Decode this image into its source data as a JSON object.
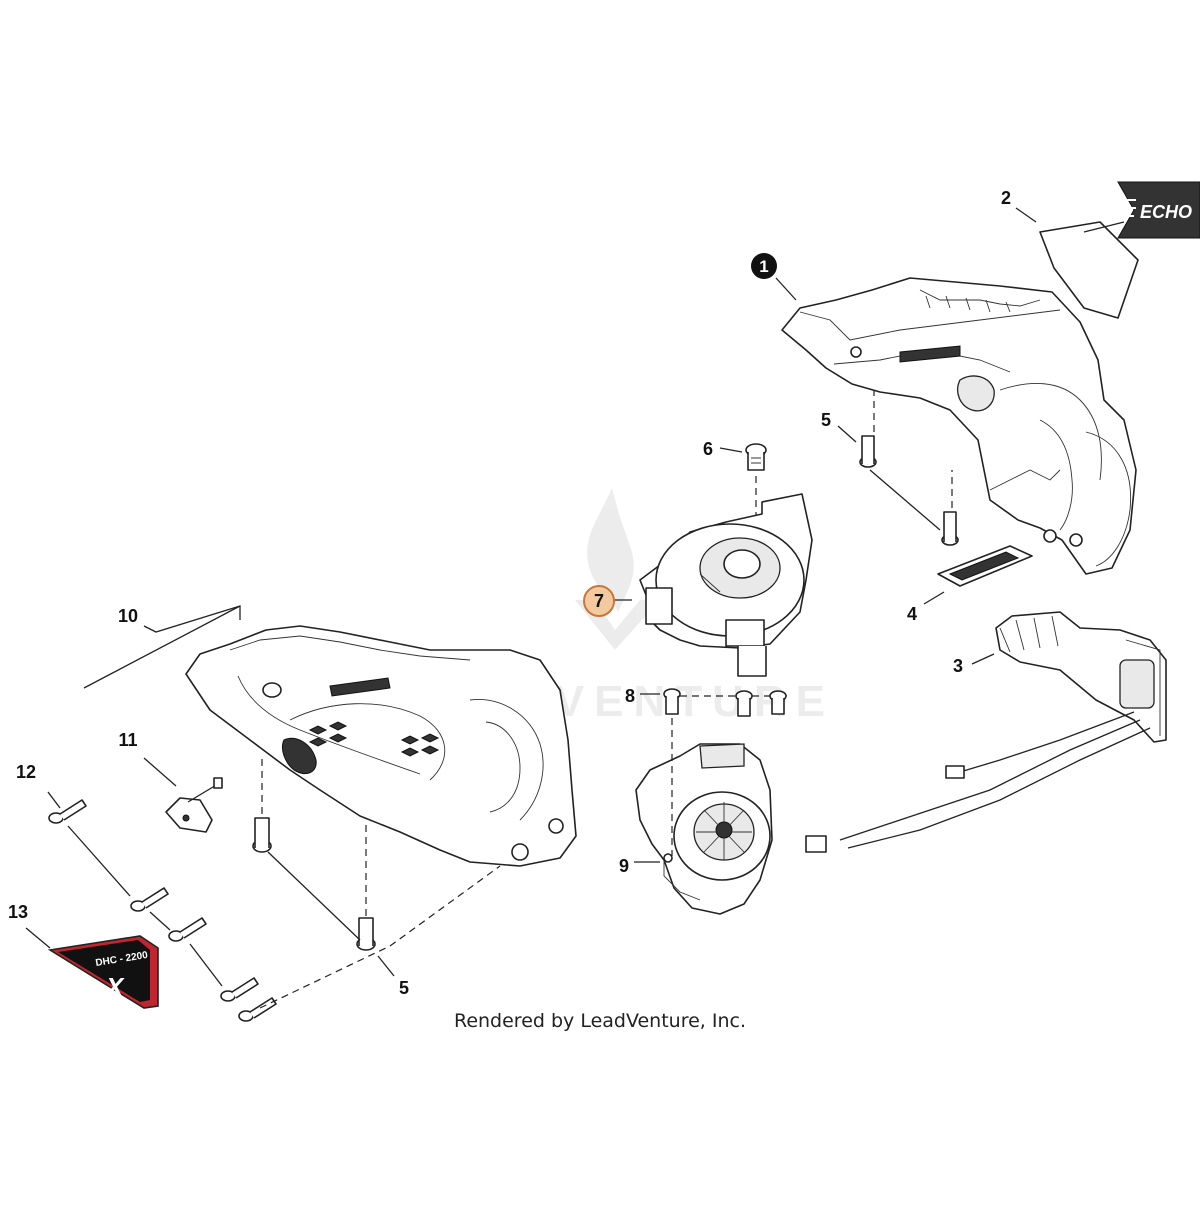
{
  "diagram": {
    "callouts": [
      {
        "id": "c1",
        "label": "1",
        "style": "filled"
      },
      {
        "id": "c2",
        "label": "2",
        "style": "plain"
      },
      {
        "id": "c3",
        "label": "3",
        "style": "plain"
      },
      {
        "id": "c4",
        "label": "4",
        "style": "plain"
      },
      {
        "id": "c5a",
        "label": "5",
        "style": "plain"
      },
      {
        "id": "c5b",
        "label": "5",
        "style": "plain"
      },
      {
        "id": "c6",
        "label": "6",
        "style": "plain"
      },
      {
        "id": "c7",
        "label": "7",
        "style": "highlighted"
      },
      {
        "id": "c8",
        "label": "8",
        "style": "plain"
      },
      {
        "id": "c9",
        "label": "9",
        "style": "plain"
      },
      {
        "id": "c10",
        "label": "10",
        "style": "plain"
      },
      {
        "id": "c11",
        "label": "11",
        "style": "plain"
      },
      {
        "id": "c12",
        "label": "12",
        "style": "plain"
      },
      {
        "id": "c13",
        "label": "13",
        "style": "plain"
      }
    ],
    "decal_echo_text": "ECHO",
    "decal_model_text": "DHC - 2200",
    "decal_x_text": "X",
    "watermark_text": "LEADVENTURE",
    "credit": "Rendered by LeadVenture, Inc."
  },
  "colors": {
    "highlight_fill": "#f3c9a0",
    "highlight_stroke": "#c8773a",
    "decal_red": "#c0262d",
    "line": "#222222"
  }
}
